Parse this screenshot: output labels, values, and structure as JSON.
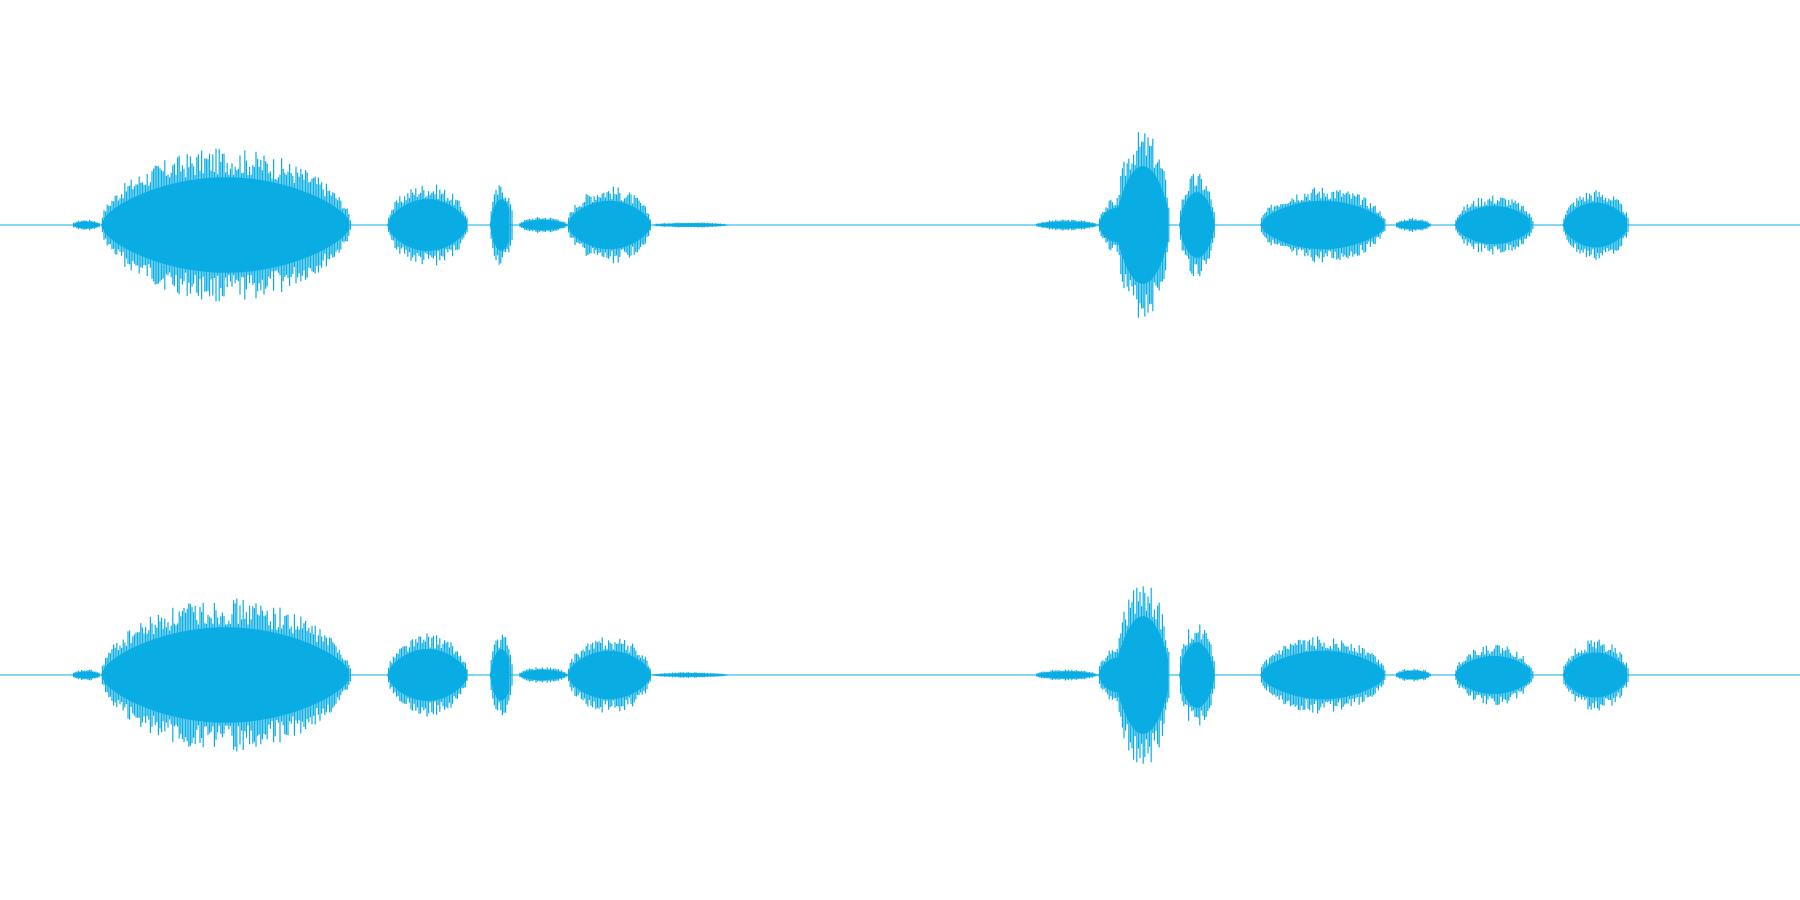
{
  "waveform": {
    "color": "#09ade4",
    "channels": [
      {
        "name": "channel-1",
        "segments": [
          {
            "start": 0.04,
            "end": 0.056,
            "peak": 0.04
          },
          {
            "start": 0.056,
            "end": 0.195,
            "peak": 0.55
          },
          {
            "start": 0.215,
            "end": 0.26,
            "peak": 0.3
          },
          {
            "start": 0.272,
            "end": 0.285,
            "peak": 0.3
          },
          {
            "start": 0.288,
            "end": 0.315,
            "peak": 0.06
          },
          {
            "start": 0.315,
            "end": 0.362,
            "peak": 0.28
          },
          {
            "start": 0.362,
            "end": 0.405,
            "peak": 0.02
          },
          {
            "start": 0.575,
            "end": 0.61,
            "peak": 0.04
          },
          {
            "start": 0.61,
            "end": 0.632,
            "peak": 0.2
          },
          {
            "start": 0.62,
            "end": 0.65,
            "peak": 0.68
          },
          {
            "start": 0.655,
            "end": 0.675,
            "peak": 0.38
          },
          {
            "start": 0.7,
            "end": 0.77,
            "peak": 0.28
          },
          {
            "start": 0.775,
            "end": 0.795,
            "peak": 0.05
          },
          {
            "start": 0.808,
            "end": 0.852,
            "peak": 0.22
          },
          {
            "start": 0.868,
            "end": 0.905,
            "peak": 0.26
          }
        ]
      },
      {
        "name": "channel-2",
        "segments": [
          {
            "start": 0.04,
            "end": 0.056,
            "peak": 0.04
          },
          {
            "start": 0.056,
            "end": 0.195,
            "peak": 0.55
          },
          {
            "start": 0.215,
            "end": 0.26,
            "peak": 0.3
          },
          {
            "start": 0.272,
            "end": 0.285,
            "peak": 0.3
          },
          {
            "start": 0.288,
            "end": 0.315,
            "peak": 0.06
          },
          {
            "start": 0.315,
            "end": 0.362,
            "peak": 0.28
          },
          {
            "start": 0.362,
            "end": 0.405,
            "peak": 0.02
          },
          {
            "start": 0.575,
            "end": 0.61,
            "peak": 0.04
          },
          {
            "start": 0.61,
            "end": 0.632,
            "peak": 0.2
          },
          {
            "start": 0.62,
            "end": 0.65,
            "peak": 0.68
          },
          {
            "start": 0.655,
            "end": 0.675,
            "peak": 0.38
          },
          {
            "start": 0.7,
            "end": 0.77,
            "peak": 0.28
          },
          {
            "start": 0.775,
            "end": 0.795,
            "peak": 0.05
          },
          {
            "start": 0.808,
            "end": 0.852,
            "peak": 0.22
          },
          {
            "start": 0.868,
            "end": 0.905,
            "peak": 0.26
          }
        ]
      }
    ]
  }
}
